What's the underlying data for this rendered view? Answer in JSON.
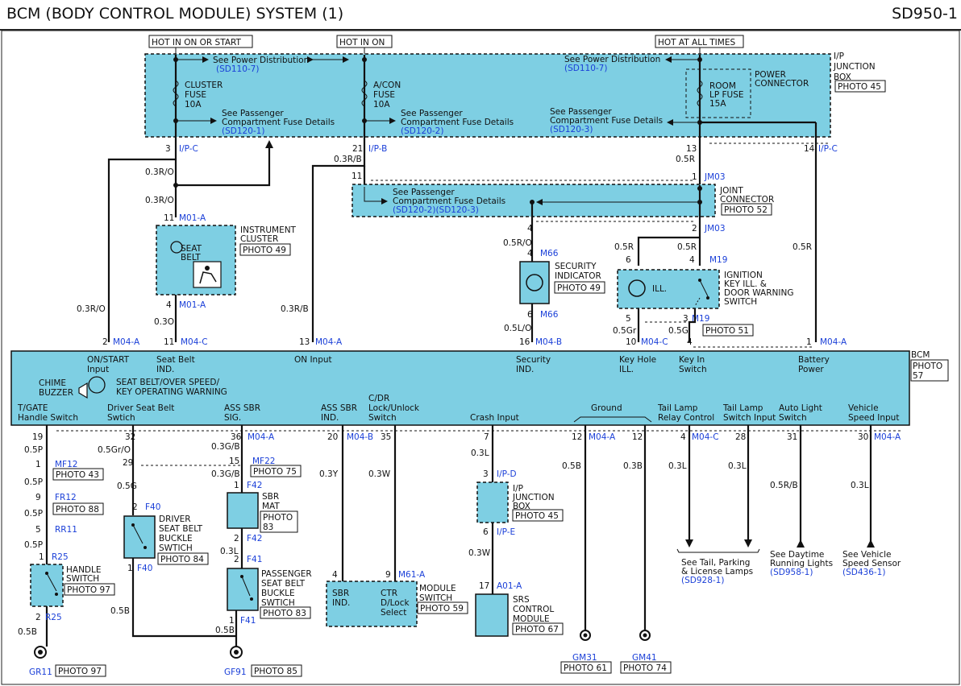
{
  "header": {
    "title": "BCM (BODY CONTROL MODULE) SYSTEM (1)",
    "code": "SD950-1"
  },
  "power": {
    "hot_on_start": "HOT IN ON OR START",
    "hot_on": "HOT IN ON",
    "hot_all": "HOT AT ALL TIMES"
  },
  "junction": {
    "label1": "I/P",
    "label2": "JUNCTION",
    "label3": "BOX",
    "photo": "PHOTO 45",
    "see_power": "See Power Distribution",
    "ref_power": "(SD110-7)",
    "see_pass1": "See Passenger",
    "see_pass2": "Compartment Fuse Details",
    "ref_120_1": "(SD120-1)",
    "ref_120_2": "(SD120-2)",
    "ref_120_3": "(SD120-3)",
    "fuse_cluster": [
      "CLUSTER",
      "FUSE",
      "10A"
    ],
    "fuse_acon": [
      "A/CON",
      "FUSE",
      "10A"
    ],
    "fuse_room": [
      "ROOM",
      "LP FUSE",
      "15A"
    ],
    "power_conn": [
      "POWER",
      "CONNECTOR"
    ]
  },
  "joint": {
    "label1": "JOINT",
    "label2": "CONNECTOR",
    "photo": "PHOTO 52",
    "ref": "(SD120-2)(SD120-3)"
  },
  "cluster": {
    "label1": "INSTRUMENT",
    "label2": "CLUSTER",
    "photo": "PHOTO 49",
    "seat": "SEAT",
    "belt": "BELT"
  },
  "security": {
    "label1": "SECURITY",
    "label2": "INDICATOR",
    "photo": "PHOTO 49"
  },
  "ignition": {
    "label1": "IGNITION",
    "label2": "KEY ILL. &",
    "label3": "DOOR WARNING",
    "label4": "SWITCH",
    "photo": "PHOTO 51",
    "ill": "ILL."
  },
  "bcm": {
    "label": "BCM",
    "photo1": "PHOTO",
    "photo2": "57",
    "top_pins": [
      "ON/START",
      "Input",
      "Seat Belt",
      "IND.",
      "ON Input",
      "Security",
      "IND.",
      "Key Hole",
      "ILL.",
      "Key In",
      "Switch",
      "Battery",
      "Power"
    ],
    "chime1": "CHIME",
    "chime2": "BUZZER",
    "sb1": "SEAT BELT/OVER SPEED/",
    "sb2": "KEY OPERATING WARNING",
    "bot_pins": [
      "T/GATE",
      "Handle Switch",
      "Driver Seat Belt",
      "Swtich",
      "ASS SBR",
      "SIG.",
      "ASS SBR",
      "IND.",
      "C/DR",
      "Lock/Unlock",
      "Switch",
      "Crash Input",
      "Ground",
      "Tail Lamp",
      "Relay Control",
      "Tail Lamp",
      "Switch Input",
      "Auto Light",
      "Switch",
      "Vehicle",
      "Speed Input"
    ]
  },
  "wires": [
    "0.3R/O",
    "0.3R/O",
    "0.3R/O",
    "0.3O",
    "0.3R/B",
    "0.3R/B",
    "0.5R/O",
    "0.5L/O",
    "0.5R",
    "0.5R",
    "0.5R",
    "0.5Gr",
    "0.5G",
    "0.5R",
    "0.5P",
    "0.5P",
    "0.5P",
    "0.5P",
    "0.5B",
    "0.5Gr/O",
    "0.5G",
    "0.5B",
    "0.3G/B",
    "0.3G/B",
    "0.3L",
    "0.5B",
    "0.3Y",
    "0.3W",
    "0.3L",
    "0.3W",
    "0.5B",
    "0.3B",
    "0.3L",
    "0.3L",
    "0.5R/B",
    "0.3L"
  ],
  "conns": [
    "I/P-C",
    "I/P-B",
    "JM03",
    "JM03",
    "M01-A",
    "M01-A",
    "M04-A",
    "M04-C",
    "M04-A",
    "M04-B",
    "M04-C",
    "M04-A",
    "M66",
    "M66",
    "M19",
    "M19",
    "I/P-C",
    "MF12",
    "FR12",
    "RR11",
    "R25",
    "R25",
    "F40",
    "F40",
    "F42",
    "F42",
    "F41",
    "F41",
    "MF22",
    "M04-A",
    "M04-B",
    "M61-A",
    "I/P-D",
    "I/P-E",
    "A01-A",
    "M04-A",
    "M04-C",
    "M04-A",
    "GR11",
    "GF91",
    "GM31",
    "GM41"
  ],
  "pins": [
    "3",
    "21",
    "13",
    "14",
    "11",
    "1",
    "4",
    "2",
    "13",
    "4",
    "2",
    "11",
    "13",
    "16",
    "10",
    "4",
    "1",
    "4",
    "6",
    "6",
    "4",
    "5",
    "3",
    "19",
    "1",
    "9",
    "5",
    "1",
    "2",
    "32",
    "29",
    "2",
    "1",
    "36",
    "15",
    "1",
    "2",
    "2",
    "1",
    "20",
    "35",
    "4",
    "9",
    "7",
    "3",
    "6",
    "17",
    "12",
    "12",
    "4",
    "28",
    "31",
    "30"
  ],
  "photos": [
    "PHOTO 43",
    "PHOTO 88",
    "PHOTO 97",
    "PHOTO 97",
    "PHOTO 84",
    "PHOTO 75",
    "PHOTO 83",
    "PHOTO 83",
    "PHOTO 85",
    "PHOTO 59",
    "PHOTO 45",
    "PHOTO 67",
    "PHOTO 61",
    "PHOTO 74"
  ],
  "photo83_split": [
    "PHOTO",
    "83"
  ],
  "switches": {
    "handle": [
      "HANDLE",
      "SWITCH"
    ],
    "driver": [
      "DRIVER",
      "SEAT BELT",
      "BUCKLE",
      "SWTICH"
    ],
    "sbr_mat": [
      "SBR",
      "MAT"
    ],
    "passenger": [
      "PASSENGER",
      "SEAT BELT",
      "BUCKLE",
      "SWTICH"
    ],
    "module": [
      "MODULE",
      "SWITCH"
    ],
    "sbr_ind": [
      "SBR",
      "IND."
    ],
    "ctr": [
      "CTR",
      "D/Lock",
      "Select"
    ],
    "ipjb": [
      "I/P",
      "JUNCTION",
      "BOX"
    ],
    "srs": [
      "SRS",
      "CONTROL",
      "MODULE"
    ]
  },
  "refs": {
    "tail": [
      "See Tail, Parking",
      "& License Lamps",
      "(SD928-1)"
    ],
    "drl": [
      "See Daytime",
      "Running Lights",
      "(SD958-1)"
    ],
    "speed": [
      "See Vehicle",
      "Speed Sensor",
      "(SD436-1)"
    ]
  }
}
